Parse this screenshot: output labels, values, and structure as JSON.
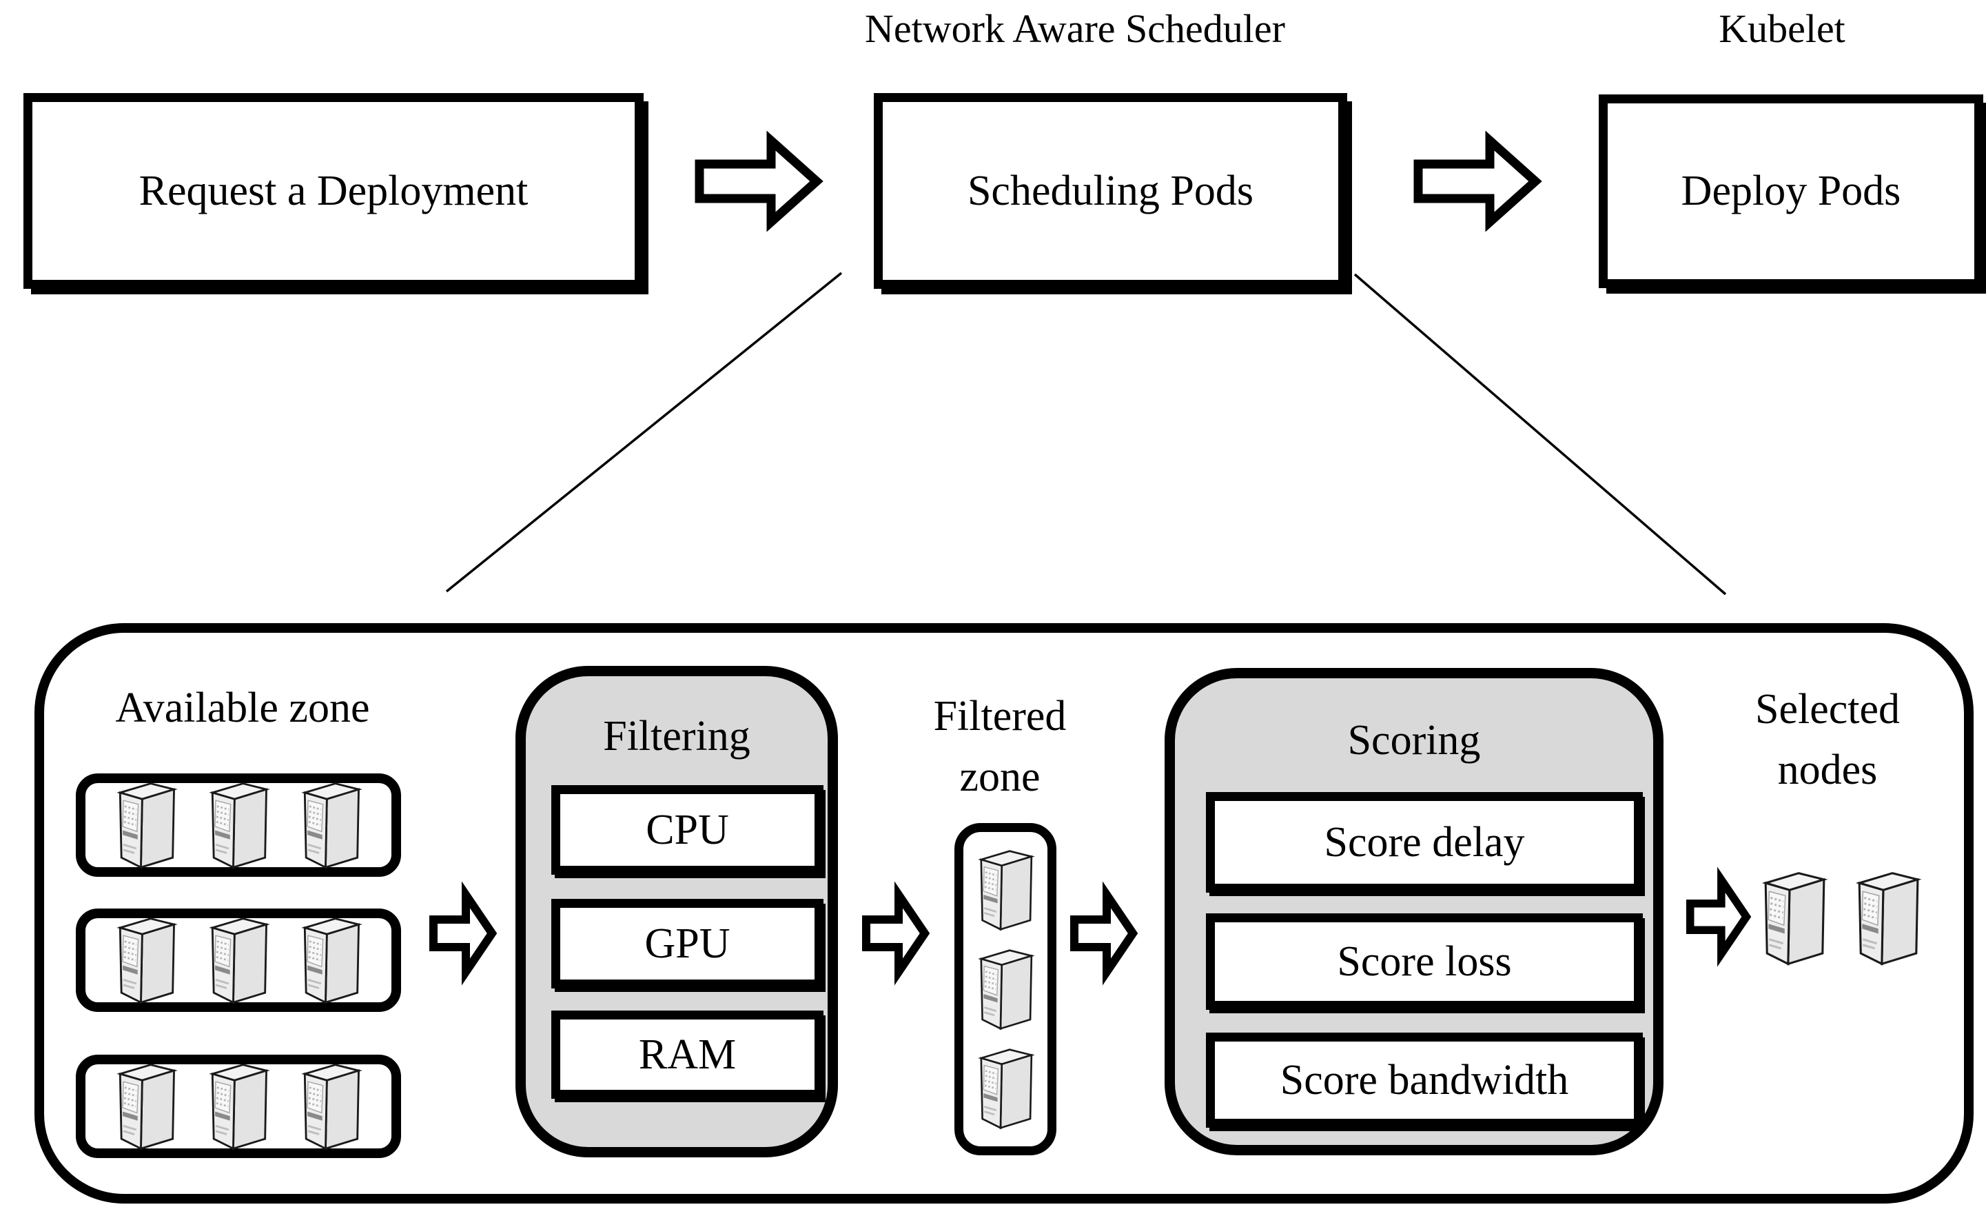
{
  "header": {
    "scheduler_label": "Network Aware Scheduler",
    "kubelet_label": "Kubelet"
  },
  "flow": {
    "request_box": "Request a Deployment",
    "scheduling_box": "Scheduling Pods",
    "deploy_box": "Deploy Pods"
  },
  "scheduler_detail": {
    "available_zone": {
      "label": "Available zone",
      "row_server_counts": [
        3,
        3,
        3
      ]
    },
    "filtering": {
      "title": "Filtering",
      "filters": [
        "CPU",
        "GPU",
        "RAM"
      ]
    },
    "filtered_zone": {
      "label_line1": "Filtered",
      "label_line2": "zone",
      "server_count": 3
    },
    "scoring": {
      "title": "Scoring",
      "scores": [
        "Score delay",
        "Score loss",
        "Score bandwidth"
      ]
    },
    "selected_nodes": {
      "label_line1": "Selected",
      "label_line2": "nodes",
      "server_count": 2
    }
  },
  "colors": {
    "panel_gray": "#d9d9d9",
    "ink": "#000000"
  }
}
